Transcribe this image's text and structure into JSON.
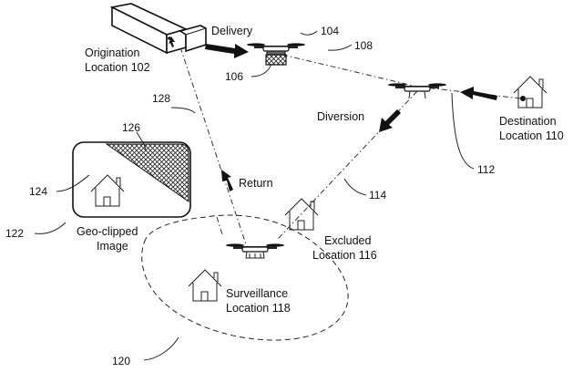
{
  "labels": {
    "delivery": "Delivery",
    "origination_1": "Origination",
    "origination_2": "Location 102",
    "destination_1": "Destination",
    "destination_2": "Location 110",
    "diversion": "Diversion",
    "return": "Return",
    "excluded_1": "Excluded",
    "excluded_2": "Location 116",
    "surveillance_1": "Surveillance",
    "surveillance_2": "Location 118",
    "geo_1": "Geo-clipped",
    "geo_2": "Image"
  },
  "refs": {
    "r104": "104",
    "r106": "106",
    "r108": "108",
    "r112": "112",
    "r114": "114",
    "r120": "120",
    "r122": "122",
    "r124": "124",
    "r126": "126",
    "r128": "128"
  }
}
